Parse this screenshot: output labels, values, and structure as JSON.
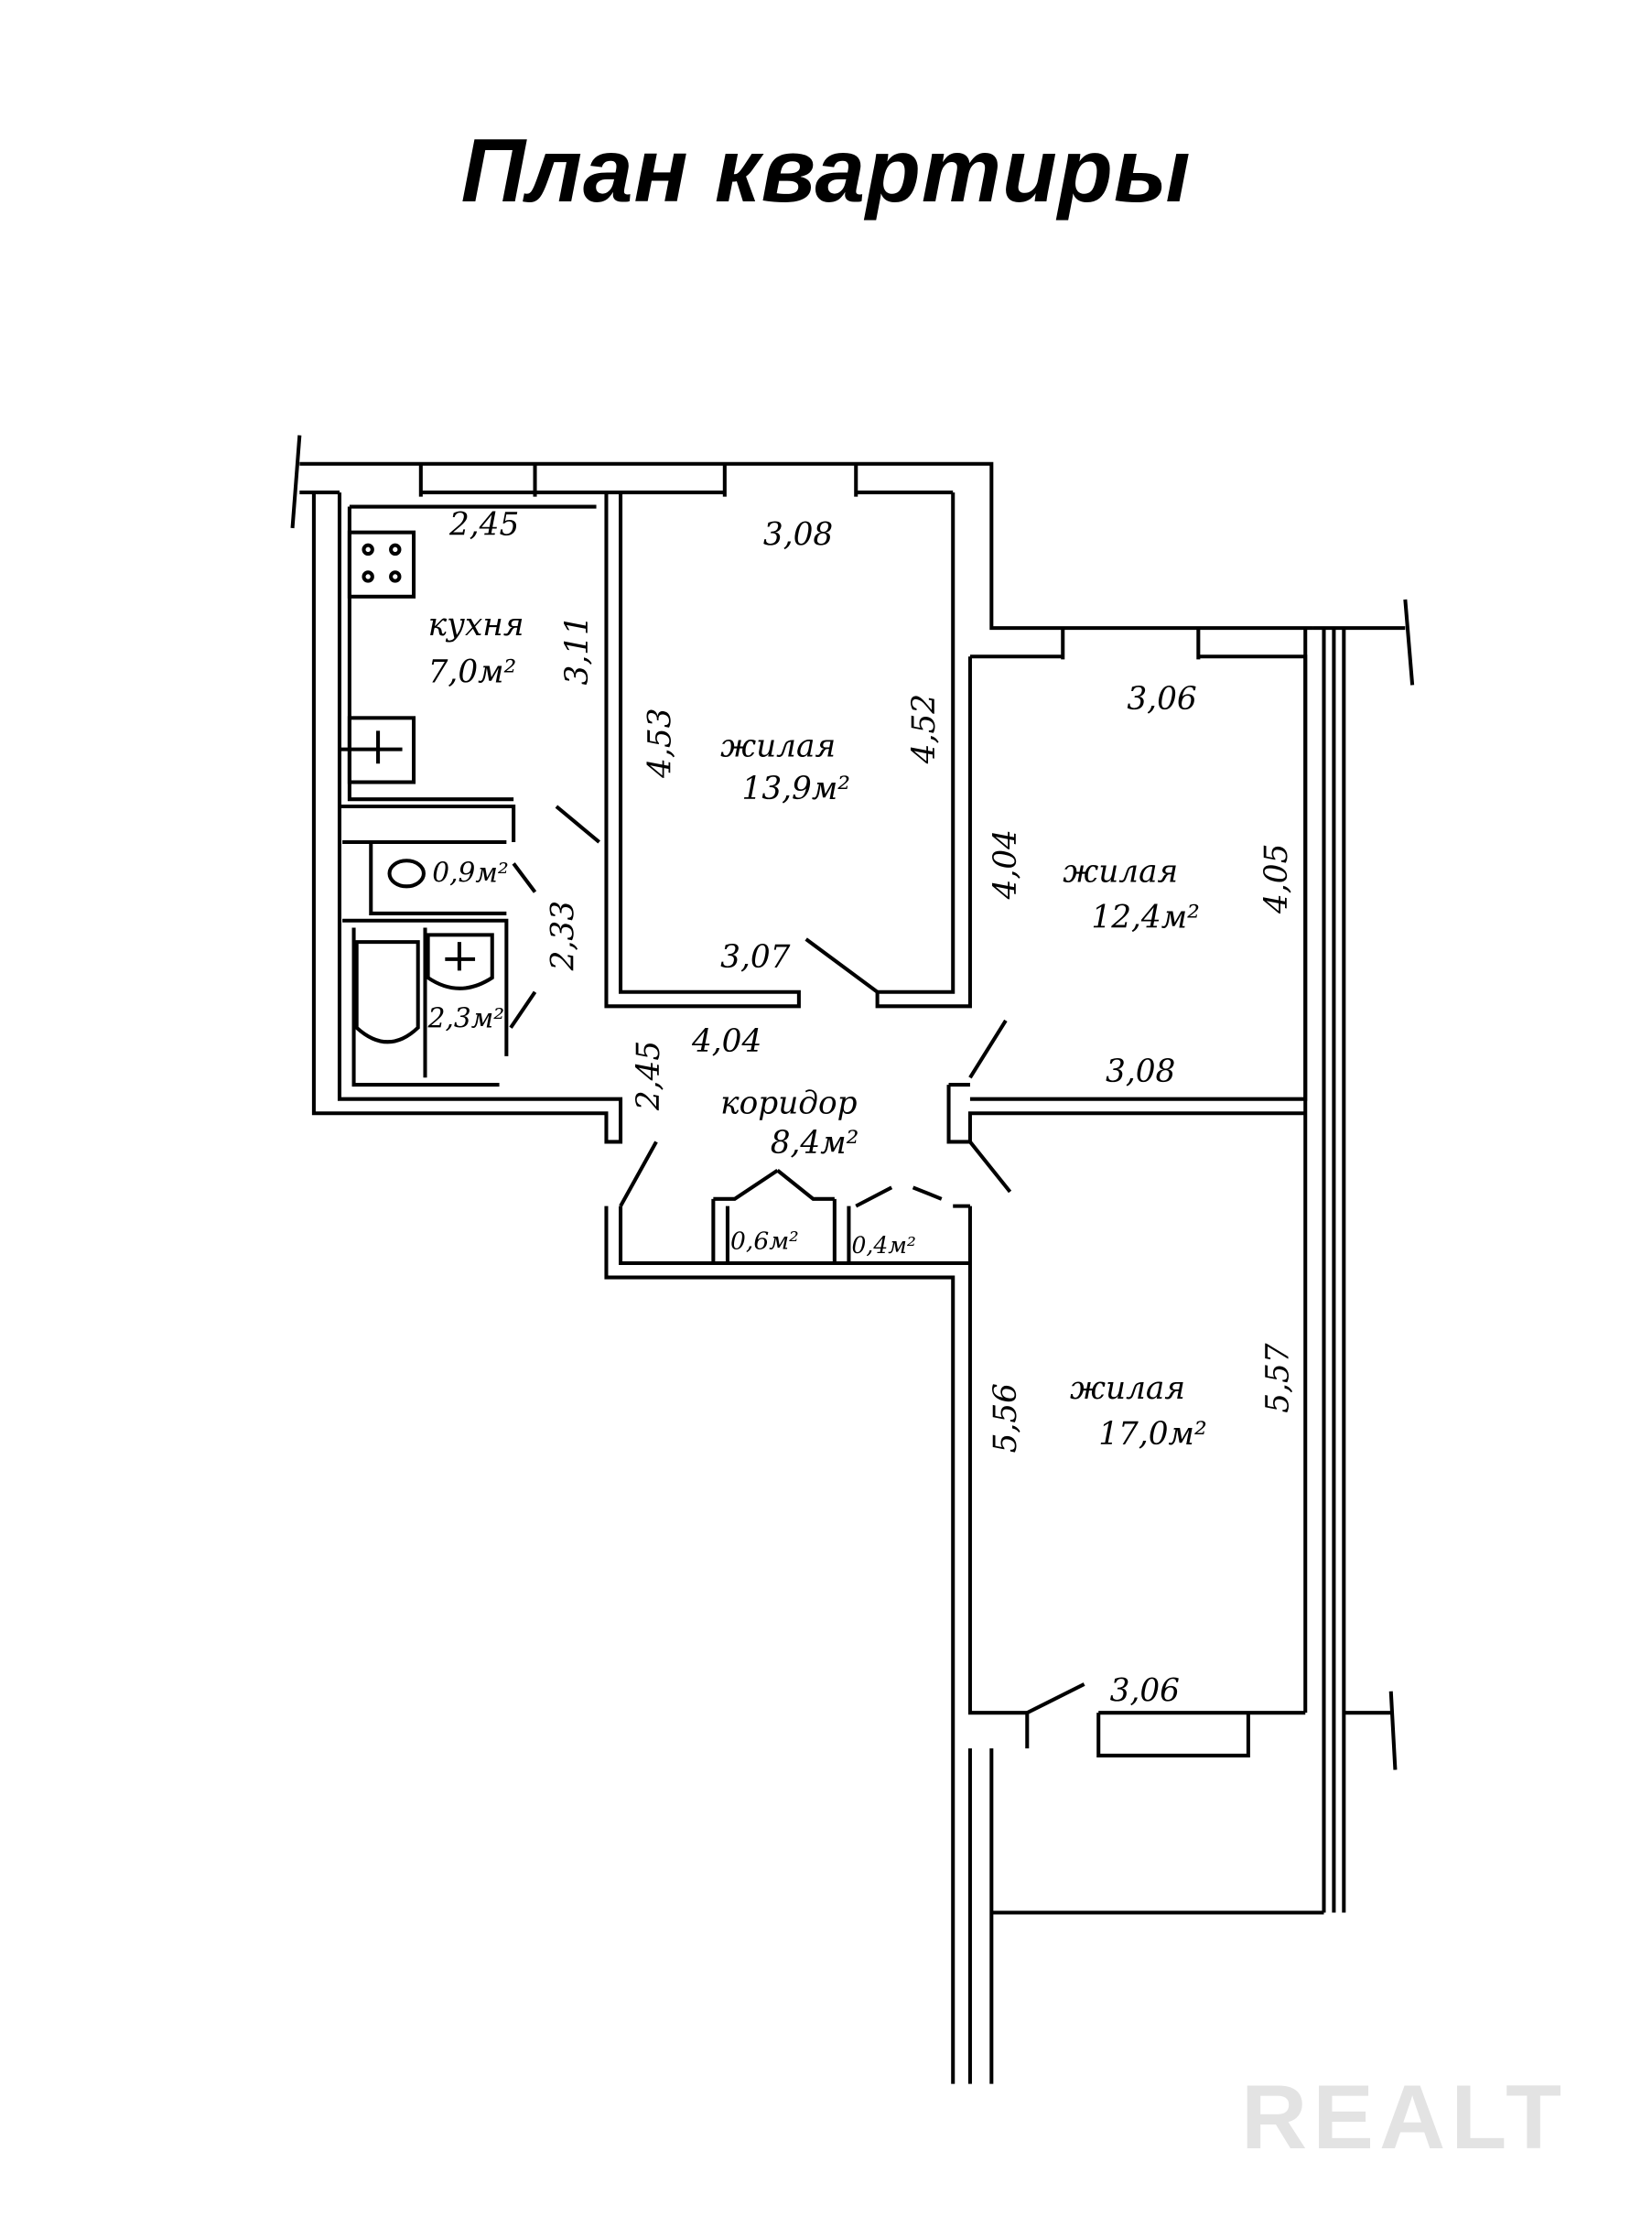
{
  "title": "План квартиры",
  "watermark": "REALT",
  "rooms": {
    "kitchen": {
      "name": "кухня",
      "area": "7,0м²",
      "width": "2,45",
      "depth": "3,11"
    },
    "room1": {
      "name": "жилая",
      "area": "13,9м²",
      "width_top": "3,08",
      "width_bottom": "3,07",
      "depth_left": "4,53",
      "depth_right": "4,52"
    },
    "room2": {
      "name": "жилая",
      "area": "12,4м²",
      "width_top": "3,06",
      "width_bottom": "3,08",
      "depth_left": "4,04",
      "depth_right": "4,05"
    },
    "room3": {
      "name": "жилая",
      "area": "17,0м²",
      "width_bottom": "3,06",
      "depth_left": "5,56",
      "depth_right": "5,57"
    },
    "toilet": {
      "area": "0,9м²"
    },
    "bathroom": {
      "area": "2,3м²",
      "depth": "2,33"
    },
    "corridor": {
      "name": "коридор",
      "area": "8,4м²",
      "width": "4,04",
      "depth": "2,45"
    },
    "closet1": {
      "area": "0,6м²"
    },
    "closet2": {
      "area": "0,4м²"
    }
  }
}
